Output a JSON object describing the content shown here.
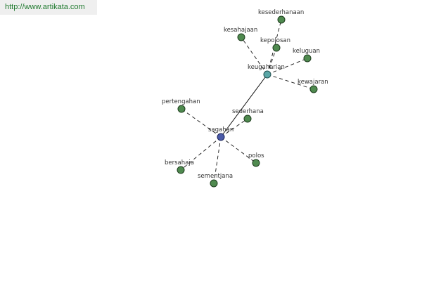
{
  "watermark": {
    "text": "http://www.artikata.com"
  },
  "colors": {
    "background": "#ffffff",
    "watermark_bg": "#efefef",
    "watermark_text": "#1f7a2e",
    "edge": "#111111",
    "label": "#333333",
    "leaf_fill": "#4f8a4f",
    "leaf_stroke": "#1e3d1e",
    "hub_primary_fill": "#4a5aa8",
    "hub_primary_stroke": "#1c2559",
    "hub_secondary_fill": "#5aa6a6",
    "hub_secondary_stroke": "#1f4d4d"
  },
  "graph": {
    "nodes": [
      {
        "id": "sagahan",
        "label": "sagahan",
        "kind": "hub_primary"
      },
      {
        "id": "keugaharian",
        "label": "keugaharian",
        "kind": "hub_secondary"
      },
      {
        "id": "kesederhanaan",
        "label": "kesederhanaan",
        "kind": "leaf"
      },
      {
        "id": "kesahajaan",
        "label": "kesahajaan",
        "kind": "leaf"
      },
      {
        "id": "kepolosan",
        "label": "kepolosan",
        "kind": "leaf"
      },
      {
        "id": "keluguan",
        "label": "keluguan",
        "kind": "leaf"
      },
      {
        "id": "kewajaran",
        "label": "kewajaran",
        "kind": "leaf"
      },
      {
        "id": "pertengahan",
        "label": "pertengahan",
        "kind": "leaf"
      },
      {
        "id": "sederhana",
        "label": "sederhana",
        "kind": "leaf"
      },
      {
        "id": "bersahaja",
        "label": "bersahaja",
        "kind": "leaf"
      },
      {
        "id": "sementjana",
        "label": "sementjana",
        "kind": "leaf"
      },
      {
        "id": "polos",
        "label": "polos",
        "kind": "leaf"
      }
    ],
    "edges": [
      {
        "from": "sagahan",
        "to": "keugaharian",
        "style": "solid"
      },
      {
        "from": "keugaharian",
        "to": "kesederhanaan",
        "style": "dashed"
      },
      {
        "from": "keugaharian",
        "to": "kesahajaan",
        "style": "dashed"
      },
      {
        "from": "keugaharian",
        "to": "kepolosan",
        "style": "dashed"
      },
      {
        "from": "keugaharian",
        "to": "keluguan",
        "style": "dashed"
      },
      {
        "from": "keugaharian",
        "to": "kewajaran",
        "style": "dashed"
      },
      {
        "from": "sagahan",
        "to": "pertengahan",
        "style": "dashed"
      },
      {
        "from": "sagahan",
        "to": "sederhana",
        "style": "dashed"
      },
      {
        "from": "sagahan",
        "to": "bersahaja",
        "style": "dashed"
      },
      {
        "from": "sagahan",
        "to": "sementjana",
        "style": "dashed"
      },
      {
        "from": "sagahan",
        "to": "polos",
        "style": "dashed"
      }
    ]
  }
}
